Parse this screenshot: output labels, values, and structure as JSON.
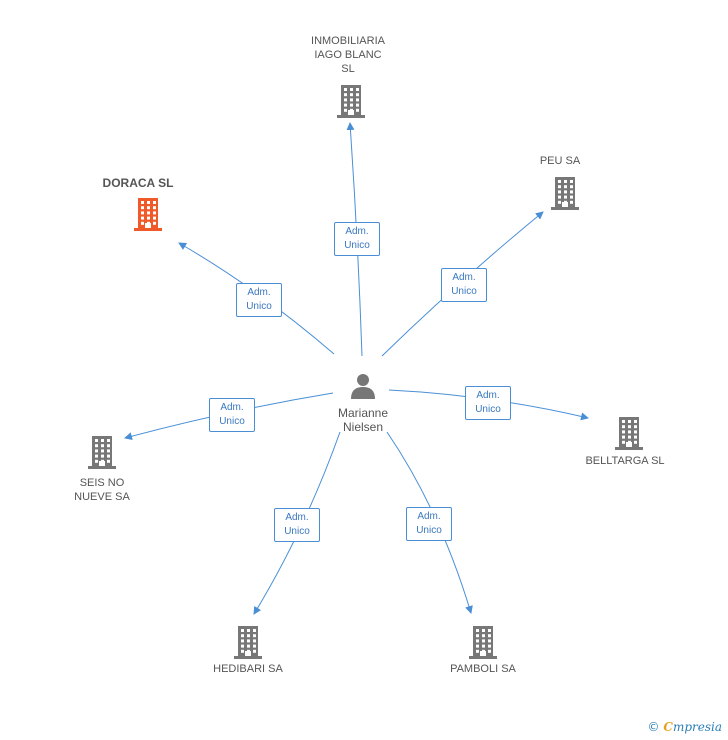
{
  "center": {
    "name": "Marianne\nNielsen",
    "icon": "person-icon"
  },
  "colors": {
    "edge": "#4a8fd6",
    "building": "#777777",
    "highlight": "#f05a28"
  },
  "nodes": [
    {
      "id": "inmobiliaria",
      "label": "INMOBILIARIA\nIAGO BLANC\nSL",
      "highlight": false,
      "relation": "Adm.\nUnico"
    },
    {
      "id": "peu",
      "label": "PEU SA",
      "highlight": false,
      "relation": "Adm.\nUnico"
    },
    {
      "id": "doraca",
      "label": "DORACA SL",
      "highlight": true,
      "relation": "Adm.\nUnico"
    },
    {
      "id": "belltarga",
      "label": "BELLTARGA SL",
      "highlight": false,
      "relation": "Adm.\nUnico"
    },
    {
      "id": "seis",
      "label": "SEIS NO\nNUEVE SA",
      "highlight": false,
      "relation": "Adm.\nUnico"
    },
    {
      "id": "hedibari",
      "label": "HEDIBARI SA",
      "highlight": false,
      "relation": "Adm.\nUnico"
    },
    {
      "id": "pamboli",
      "label": "PAMBOLI SA",
      "highlight": false,
      "relation": "Adm.\nUnico"
    }
  ],
  "footer": {
    "copyright": "©",
    "brand_first": "C",
    "brand_rest": "mpresia"
  }
}
